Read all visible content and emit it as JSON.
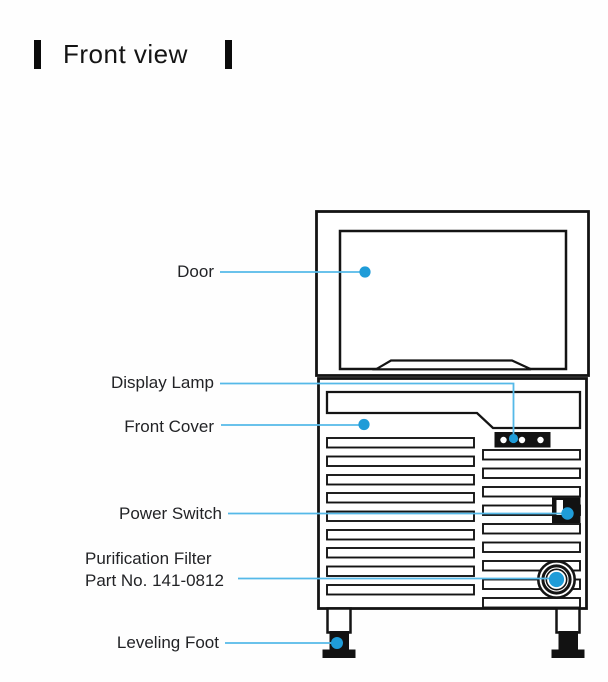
{
  "title": {
    "text": "Front view"
  },
  "diagram": {
    "parts": [
      {
        "id": "door",
        "label": "Door"
      },
      {
        "id": "display_lamp",
        "label": "Display Lamp"
      },
      {
        "id": "front_cover",
        "label": "Front Cover"
      },
      {
        "id": "power_switch",
        "label": "Power Switch"
      },
      {
        "id": "purification_filter",
        "label": "Purification Filter",
        "label_line2": "Part No. 141-0812"
      },
      {
        "id": "leveling_foot",
        "label": "Leveling Foot"
      }
    ],
    "colors": {
      "outline": "#141414",
      "leader_line": "#55b9e8",
      "marker_dot": "#1f9cd8",
      "panel_fill": "#ffffff"
    }
  }
}
